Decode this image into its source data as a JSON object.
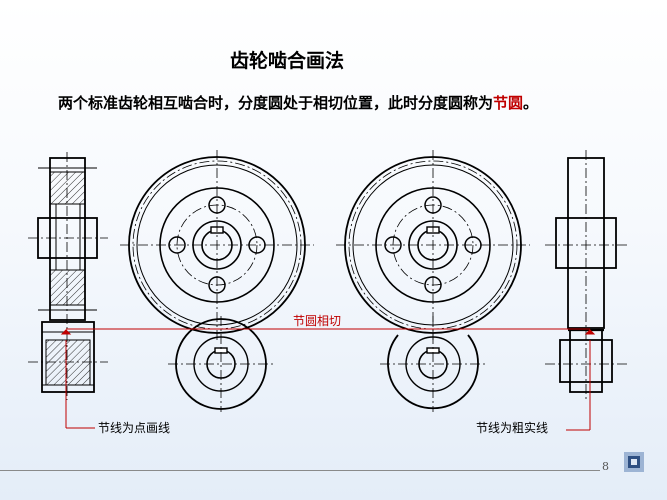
{
  "title": "齿轮啮合画法",
  "subtitle": {
    "main": "两个标准齿轮相互啮合时，分度圆处于相切位置，此时分度圆称为",
    "highlight": "节圆",
    "end": "。"
  },
  "labels": {
    "tangent": "节圆相切",
    "left_note": "节线为点画线",
    "right_note": "节线为粗实线"
  },
  "page_number": "8",
  "colors": {
    "line": "#000000",
    "annotation": "#c00000",
    "highlight": "#c00000"
  }
}
